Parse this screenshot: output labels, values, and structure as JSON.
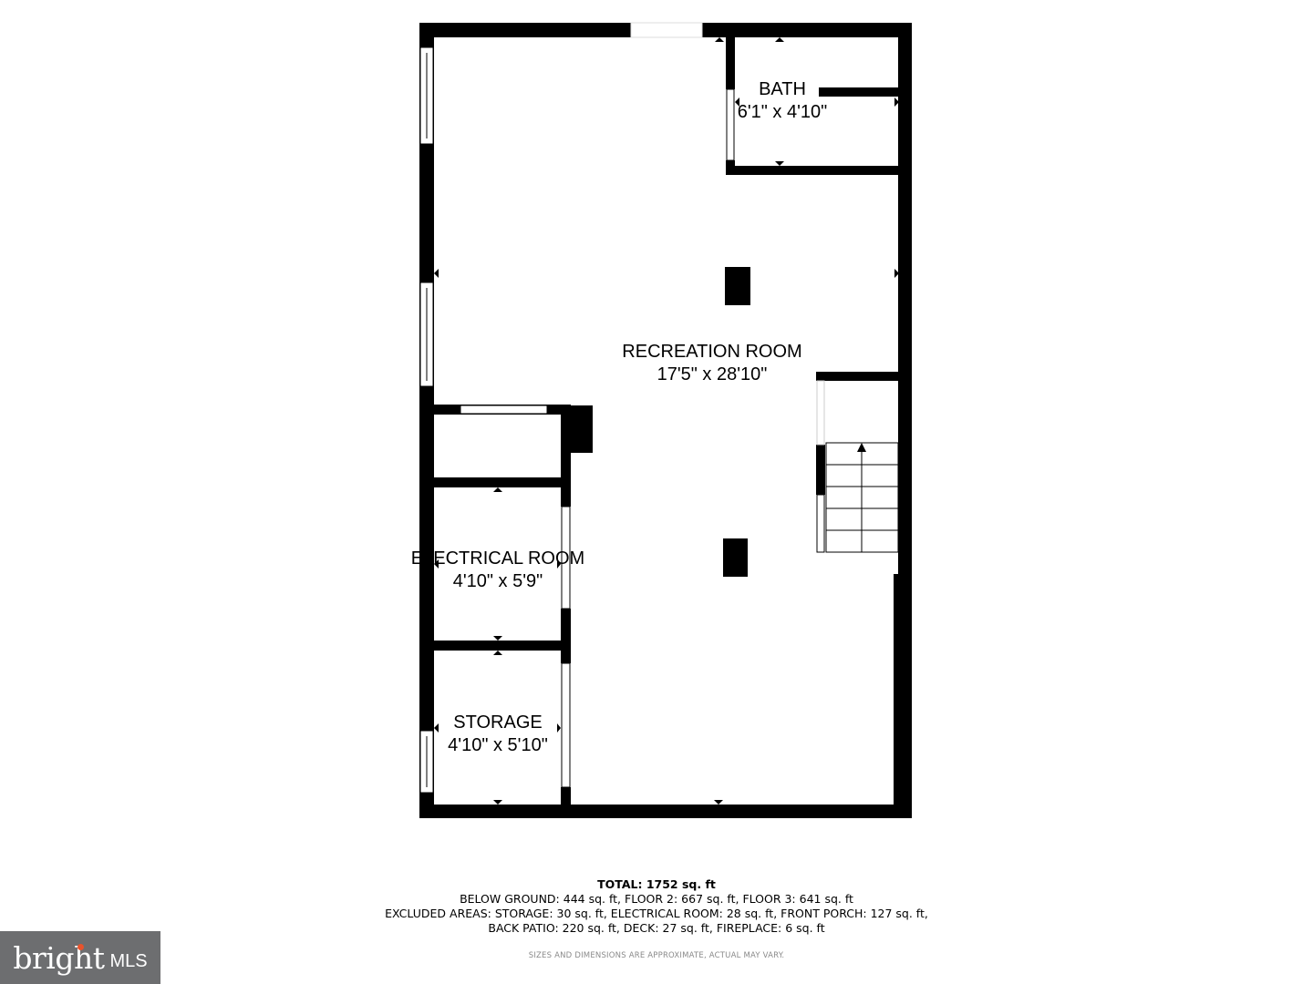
{
  "rooms": {
    "bath": {
      "name": "BATH",
      "dims": "6'1\" x 4'10\""
    },
    "recreation": {
      "name": "RECREATION ROOM",
      "dims": "17'5\" x 28'10\""
    },
    "electrical": {
      "name": "ELECTRICAL ROOM",
      "dims": "4'10\" x 5'9\""
    },
    "storage": {
      "name": "STORAGE",
      "dims": "4'10\" x 5'10\""
    }
  },
  "summary": {
    "total": "TOTAL: 1752 sq. ft",
    "line1": "BELOW GROUND: 444 sq. ft, FLOOR 2: 667 sq. ft, FLOOR 3: 641 sq. ft",
    "line2": "EXCLUDED AREAS: STORAGE: 30 sq. ft, ELECTRICAL ROOM: 28 sq. ft, FRONT PORCH: 127 sq. ft,",
    "line3": "BACK PATIO: 220 sq. ft, DECK: 27 sq. ft, FIREPLACE: 6 sq. ft"
  },
  "disclaimer": "SIZES AND DIMENSIONS ARE APPROXIMATE, ACTUAL MAY VARY.",
  "watermark": {
    "brand": "bright",
    "suffix": "MLS",
    "colors": {
      "background": "#6d6e70",
      "accent": "#e8532c"
    }
  },
  "colors": {
    "wall": "#000000",
    "background": "#ffffff"
  }
}
